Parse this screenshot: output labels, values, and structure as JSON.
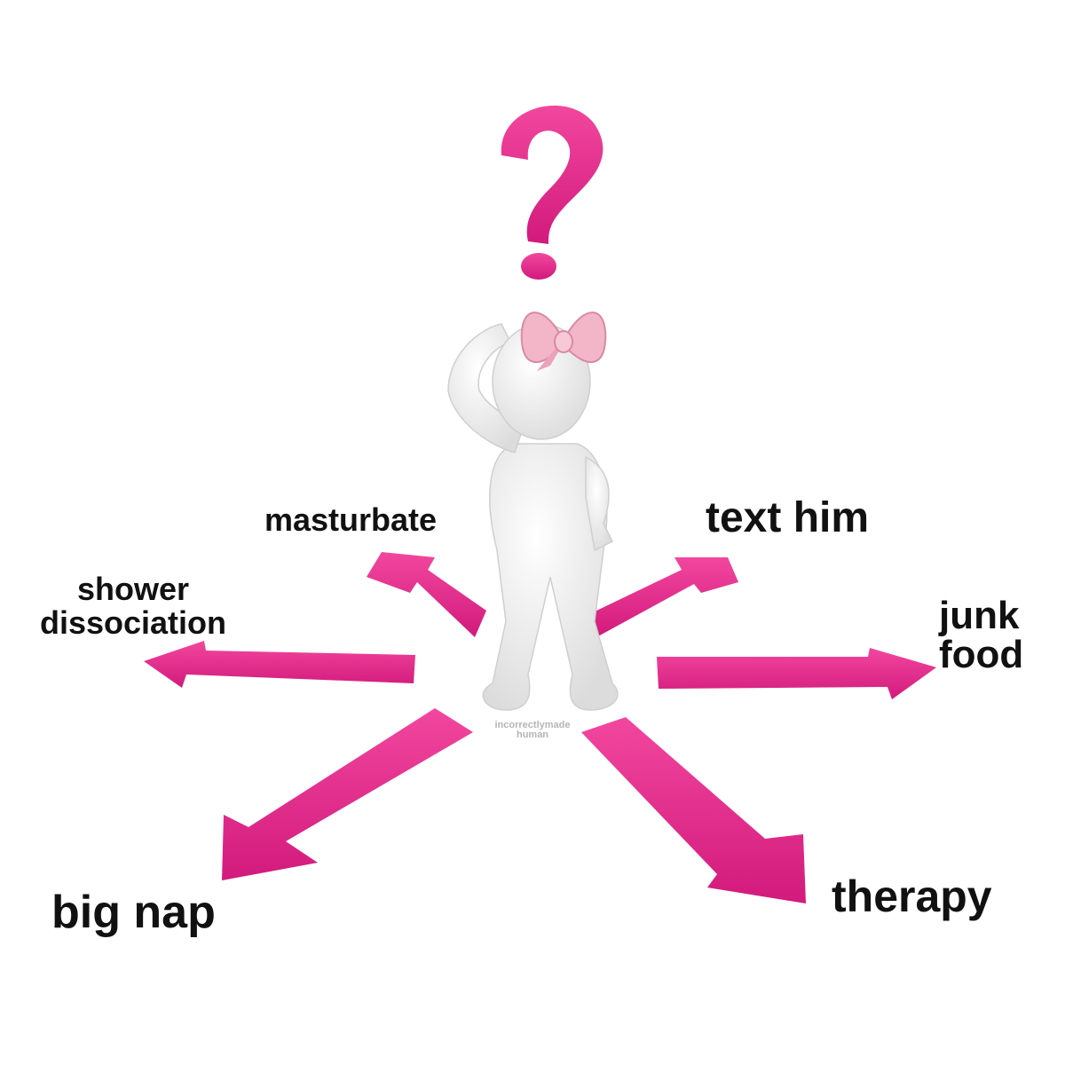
{
  "labels": {
    "masturbate": "masturbate",
    "text_him": "text him",
    "shower_line1": "shower",
    "shower_line2": "dissociation",
    "junk_line1": "junk",
    "junk_line2": "food",
    "big_nap": "big nap",
    "therapy": "therapy"
  },
  "watermark": {
    "line1": "incorrectlymade",
    "line2": "human"
  },
  "colors": {
    "arrow": "#e8258a",
    "arrow_shade": "#b8116a",
    "bow": "#f3b6c8"
  },
  "icons": [
    "question-mark-icon",
    "bow-icon",
    "thinking-figure"
  ]
}
